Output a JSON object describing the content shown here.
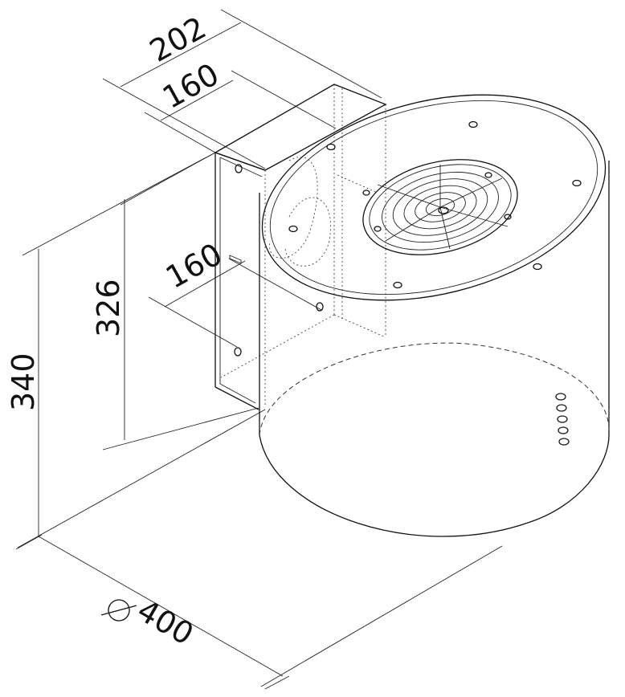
{
  "dimensions": {
    "depth_total": "202",
    "depth_box_top": "160",
    "depth_box_side": "160",
    "box_height": "326",
    "total_height": "340",
    "diameter_value": "400"
  },
  "symbols": {
    "diameter": "diameter-symbol"
  }
}
